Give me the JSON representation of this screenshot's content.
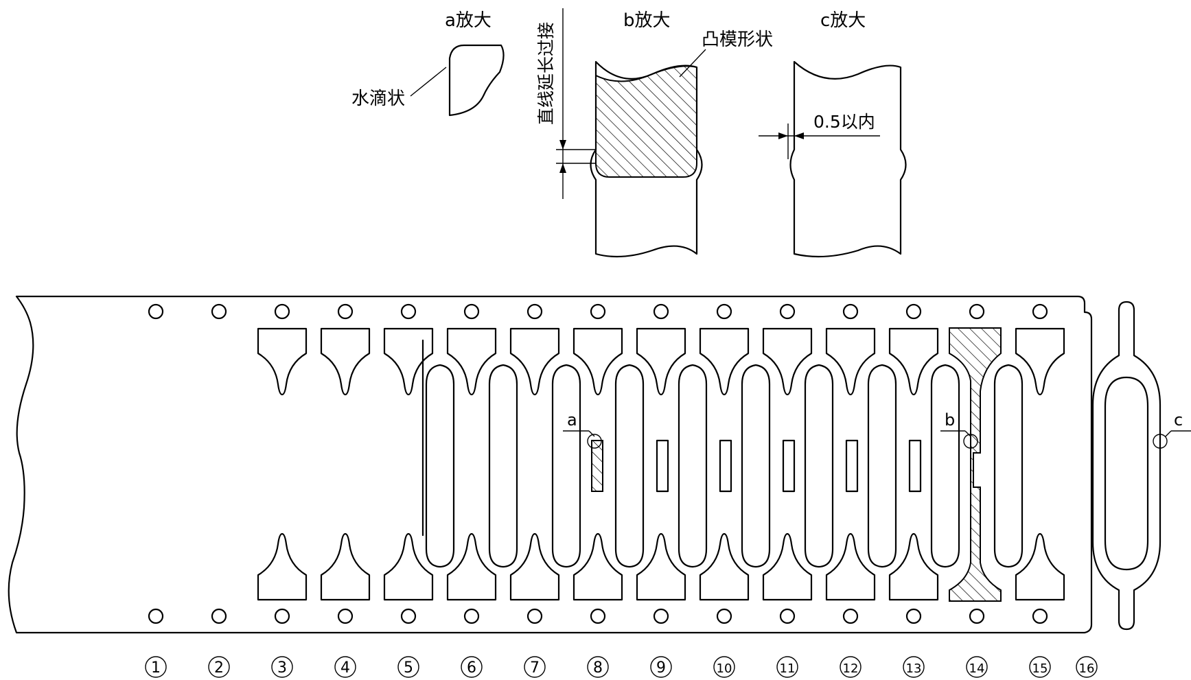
{
  "detail_views": {
    "a": {
      "title": "a放大",
      "note": "水滴状"
    },
    "b": {
      "title": "b放大",
      "vertical_note": "直线延长过接",
      "punch_note": "凸模形状"
    },
    "c": {
      "title": "c放大",
      "dimension_note": "0.5以内"
    }
  },
  "strip": {
    "marker_a": "a",
    "marker_b": "b",
    "marker_c": "c",
    "stations": [
      "1",
      "2",
      "3",
      "4",
      "5",
      "6",
      "7",
      "8",
      "9",
      "10",
      "11",
      "12",
      "13",
      "14",
      "15",
      "16"
    ]
  }
}
